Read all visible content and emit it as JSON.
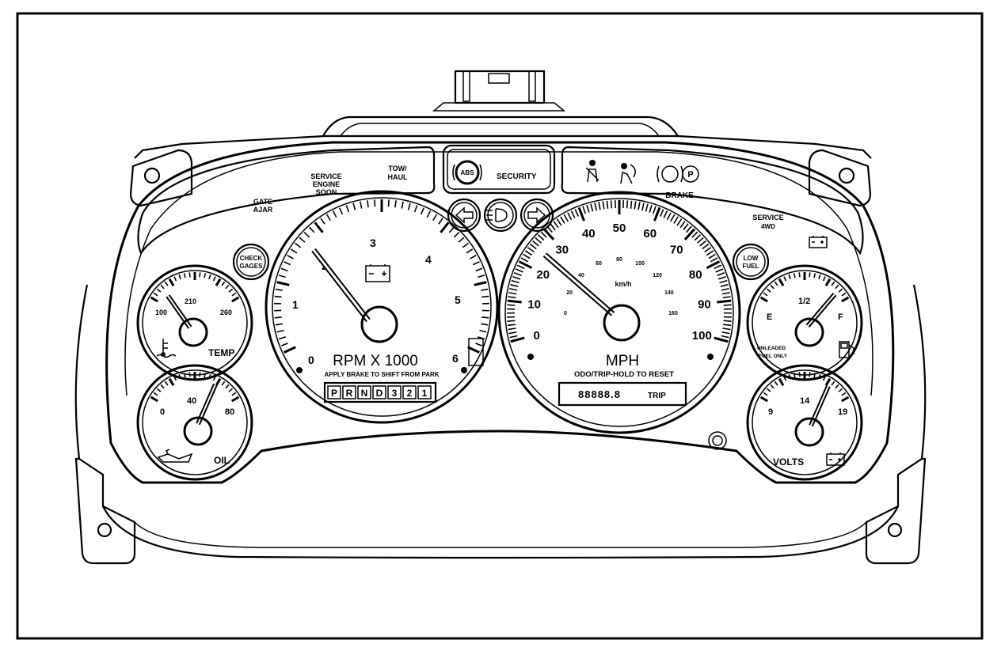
{
  "warnings_left": {
    "gate_ajar": [
      "GATE",
      "AJAR"
    ],
    "service_engine": [
      "SERVICE",
      "ENGINE",
      "SOON"
    ],
    "tow_haul": [
      "TOW/",
      "HAUL"
    ],
    "check_gages": [
      "CHECK",
      "GAGES"
    ]
  },
  "warnings_center": {
    "abs": "ABS",
    "security": "SECURITY"
  },
  "warnings_right": {
    "brake": "BRAKE",
    "service_4wd": [
      "SERVICE",
      "4WD"
    ],
    "low_fuel": [
      "LOW",
      "FUEL"
    ]
  },
  "tachometer": {
    "label": "RPM X 1000",
    "ticks": [
      "0",
      "1",
      "2",
      "3",
      "4",
      "5",
      "6"
    ],
    "note": "APPLY BRAKE TO SHIFT FROM PARK",
    "gears": [
      "P",
      "R",
      "N",
      "D",
      "3",
      "2",
      "1"
    ]
  },
  "speedometer": {
    "label": "MPH",
    "mph_ticks": [
      "0",
      "10",
      "20",
      "30",
      "40",
      "50",
      "60",
      "70",
      "80",
      "90",
      "100"
    ],
    "kmh_label": "km/h",
    "kmh_ticks": [
      "0",
      "20",
      "40",
      "60",
      "80",
      "100",
      "120",
      "140",
      "160"
    ],
    "odo_note": "ODO/TRIP-HOLD TO RESET",
    "odo_value": "88888.8",
    "trip_label": "TRIP"
  },
  "temp_gauge": {
    "label": "TEMP",
    "ticks": [
      "100",
      "210",
      "260"
    ]
  },
  "oil_gauge": {
    "label": "OIL",
    "ticks": [
      "0",
      "40",
      "80"
    ]
  },
  "fuel_gauge": {
    "ticks": [
      "E",
      "1/2",
      "F"
    ],
    "note": [
      "UNLEADED",
      "FUEL ONLY"
    ]
  },
  "volts_gauge": {
    "label": "VOLTS",
    "ticks": [
      "9",
      "14",
      "19"
    ]
  }
}
